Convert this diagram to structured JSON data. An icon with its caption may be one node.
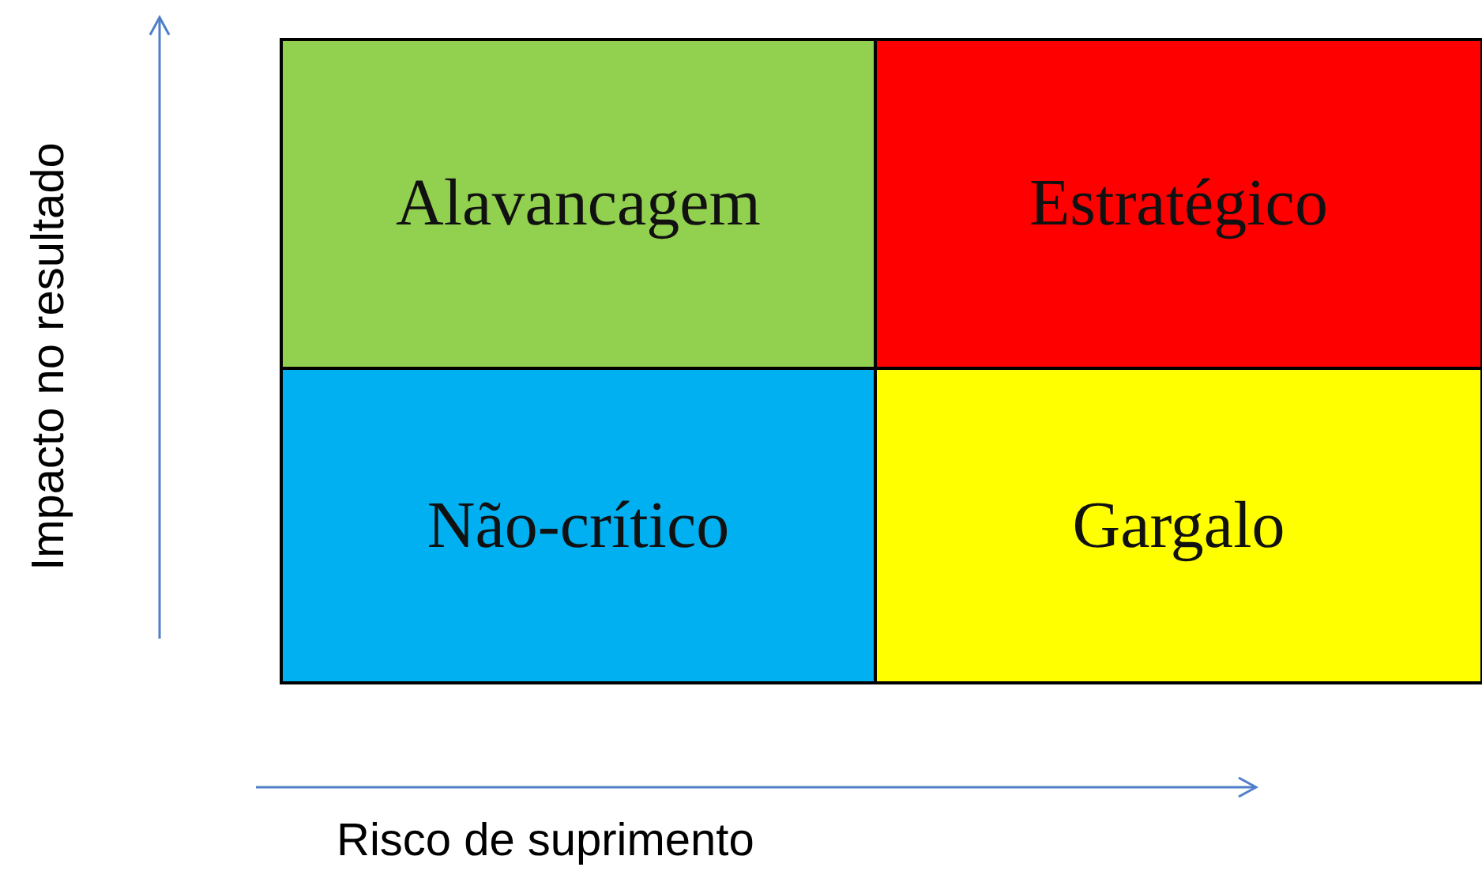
{
  "diagram": {
    "nodes": [
      {
        "text": [
          "Alavancagem"
        ]
      },
      {
        "text": [
          "Estratégico"
        ]
      },
      {
        "text": [
          "Não-crítico"
        ]
      },
      {
        "text": [
          "Gargalo"
        ]
      }
    ],
    "edges": [],
    "labels": [
      "Impacto no resultado",
      "Risco de suprimento"
    ]
  }
}
